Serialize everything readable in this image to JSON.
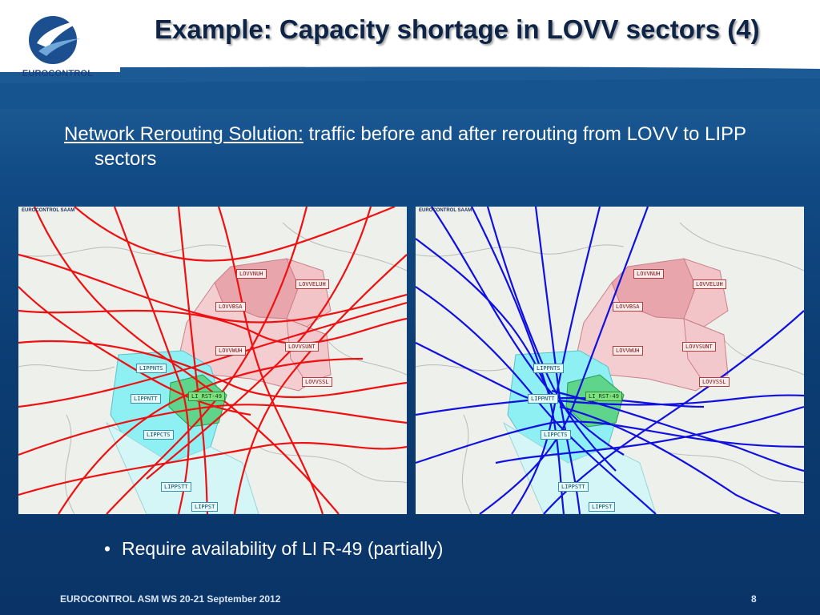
{
  "slide": {
    "title": "Example: Capacity shortage in LOVV sectors (4)",
    "subtitle_underlined": "Network Rerouting Solution:",
    "subtitle_rest": " traffic before and after rerouting from LOVV to LIPP sectors",
    "bullet": "Require availability of LI R-49 (partially)",
    "bullet_glyph": "•",
    "footer": "EUROCONTROL ASM WS 20-21 September 2012",
    "page_number": "8"
  },
  "logo": {
    "text": "EUROCONTROL",
    "icon": "eurocontrol-logo-icon"
  },
  "maps": {
    "before": {
      "caption": "EUROCONTROL SAAM",
      "traffic_color": "#ee1111",
      "sectors": {
        "lovvnuh": "LOVVNUH",
        "lovveluh": "LOVVELUH",
        "lovvbsa": "LOVVBSA",
        "lovvwuh": "LOVVWUH",
        "lovvsunt": "LOVVSUNT",
        "lovvssl": "LOVVSSL",
        "lippnts": "LIPPNTS",
        "lippntt": "LIPPNTT",
        "lir49": "LI_RST-49",
        "lippcts": "LIPPCTS",
        "lippstt": "LIPPSTT",
        "lippst": "LIPPST"
      }
    },
    "after": {
      "caption": "EUROCONTROL SAAM",
      "traffic_color": "#1010e0",
      "sectors": {
        "lovvnuh": "LOVVNUH",
        "lovveluh": "LOVVELUH",
        "lovvbsa": "LOVVBSA",
        "lovvwuh": "LOVVWUH",
        "lovvsunt": "LOVVSUNT",
        "lovvssl": "LOVVSSL",
        "lippnts": "LIPPNTS",
        "lippntt": "LIPPNTT",
        "lir49": "LI_RST-49",
        "lippcts": "LIPPCTS",
        "lippstt": "LIPPSTT",
        "lippst": "LIPPST"
      }
    }
  }
}
